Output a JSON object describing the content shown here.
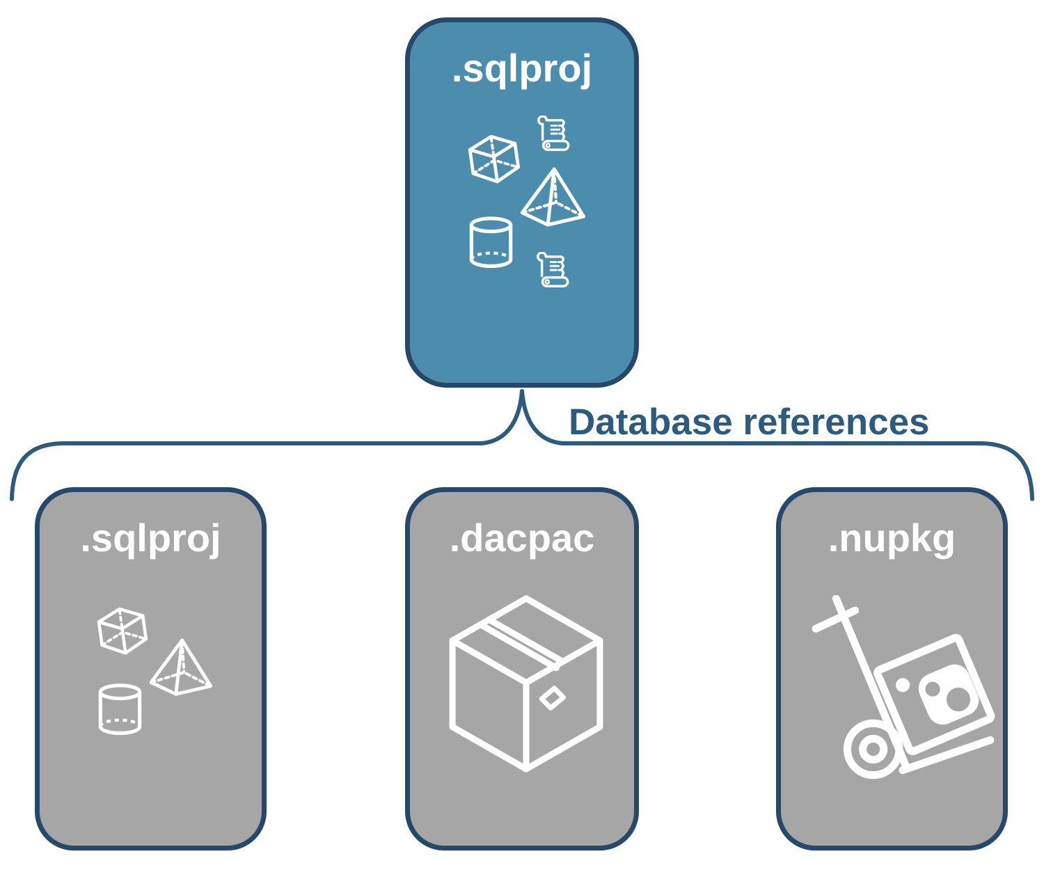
{
  "diagram": {
    "root_node": {
      "label": ".sqlproj",
      "icons": [
        "scroll-icon",
        "cube-icon",
        "pyramid-icon",
        "cylinder-icon",
        "scroll-icon"
      ]
    },
    "connector": {
      "label": "Database references"
    },
    "child_nodes": [
      {
        "label": ".sqlproj",
        "icons": [
          "cube-icon",
          "pyramid-icon",
          "cylinder-icon"
        ]
      },
      {
        "label": ".dacpac",
        "icons": [
          "package-box-icon"
        ]
      },
      {
        "label": ".nupkg",
        "icons": [
          "hand-truck-nuget-package-icon"
        ]
      }
    ],
    "colors": {
      "root_node_fill": "#4c8cac",
      "child_node_fill": "#a6a6a6",
      "node_outline": "#25486b",
      "connector_stroke": "#2c5b7e",
      "connector_label_text": "#2c5b7e",
      "node_label_text": "#ffffff",
      "icon_stroke": "#ffffff",
      "background": "#ffffff"
    }
  }
}
